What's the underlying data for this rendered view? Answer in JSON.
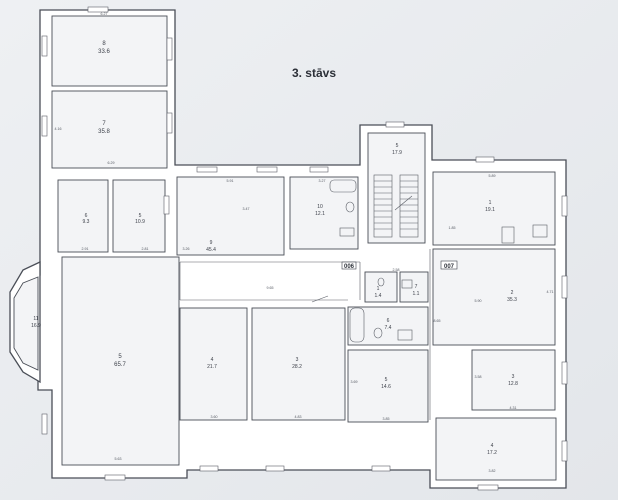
{
  "title": "3. stāvs",
  "tags": [
    "006",
    "007"
  ],
  "rooms": [
    {
      "number": "8",
      "area": "33.6"
    },
    {
      "number": "7",
      "area": "35.8"
    },
    {
      "number": "6",
      "area": "9.3"
    },
    {
      "number": "5",
      "area": "10.9"
    },
    {
      "number": "9",
      "area": "45.4"
    },
    {
      "number": "10",
      "area": "12.1"
    },
    {
      "number": "5",
      "area": "17.9"
    },
    {
      "number": "1",
      "area": "19.1"
    },
    {
      "number": "11",
      "area": "16.9"
    },
    {
      "number": "5",
      "area": "65.7"
    },
    {
      "number": "4",
      "area": "21.7"
    },
    {
      "number": "3",
      "area": "28.2"
    },
    {
      "number": "1",
      "area": "1.4"
    },
    {
      "number": "7",
      "area": "1.1"
    },
    {
      "number": "6",
      "area": "7.4"
    },
    {
      "number": "5",
      "area": "14.6"
    },
    {
      "number": "2",
      "area": "35.3"
    },
    {
      "number": "3",
      "area": "12.8"
    },
    {
      "number": "4",
      "area": "17.2"
    }
  ],
  "dimensions": [
    "6.27",
    "4.16",
    "6.29",
    "5.91",
    "3.27",
    "3.47",
    "9.65",
    "5.89",
    "1.85",
    "2.58",
    "8.65",
    "5.90",
    "4.71",
    "3.58",
    "4.31",
    "3.60",
    "4.83",
    "3.85",
    "3.69",
    "5.63",
    "3.82",
    "2.91",
    "2.81",
    "3.26"
  ]
}
